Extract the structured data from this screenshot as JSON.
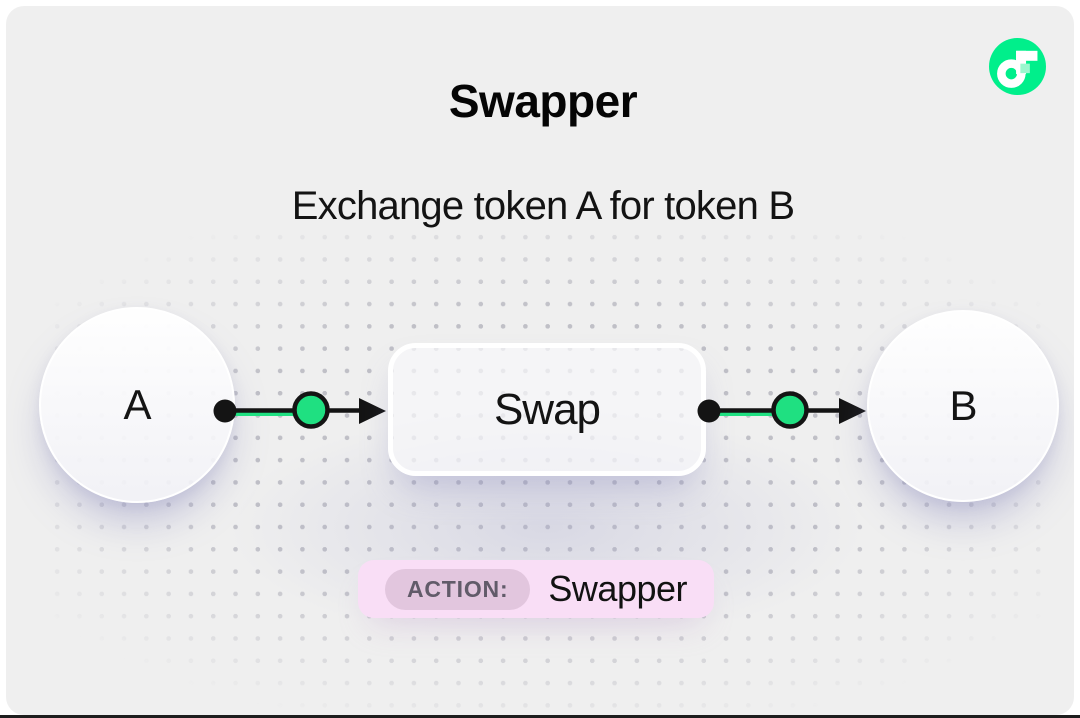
{
  "card": {
    "title": "Swapper",
    "subtitle": "Exchange token A for token B"
  },
  "diagram": {
    "source_label": "A",
    "process_label": "Swap",
    "target_label": "B"
  },
  "action_badge": {
    "label": "ACTION:",
    "value": "Swapper"
  },
  "icons": {
    "logo": "flow-logo"
  },
  "colors": {
    "accent_green": "#1FE081",
    "logo_green": "#00EF8B",
    "logo_junction_green": "#9BF7CE",
    "line_black": "#141414",
    "badge_pink": "#F9DEF6",
    "badge_label_bg": "#E2C6DE",
    "panel_gray": "#EFEFEF"
  }
}
